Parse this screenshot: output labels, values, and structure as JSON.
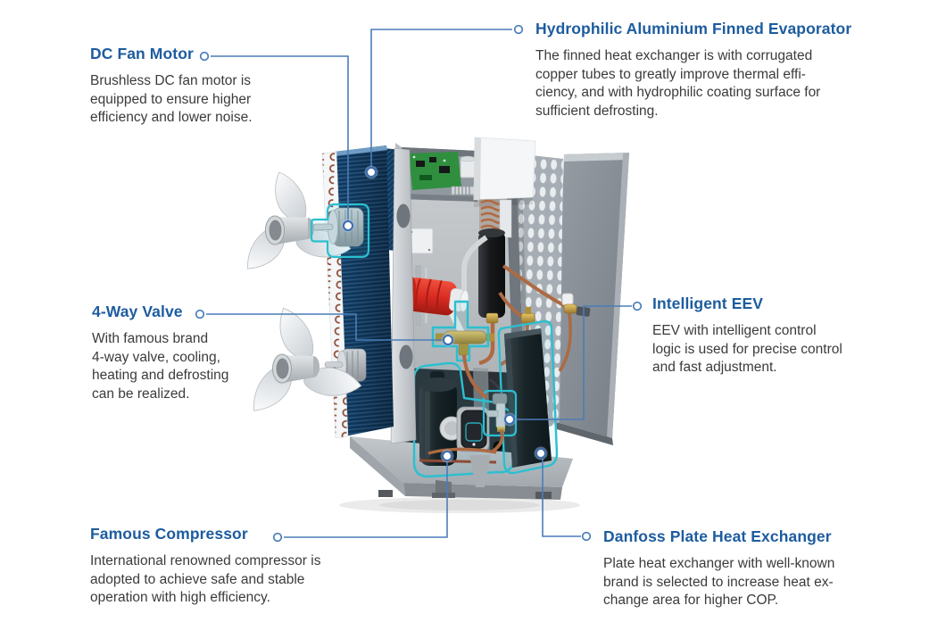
{
  "colors": {
    "title_blue": "#1d5c9f",
    "body_text": "#3b3b3b",
    "leader_line": "#4a7db8",
    "highlight_teal": "#2bbfd0",
    "coil_navy": "#123c63",
    "copper": "#ad6a43",
    "tank_red": "#d92b22"
  },
  "callouts": [
    {
      "id": "dc-fan-motor",
      "title": "DC Fan Motor",
      "body": "Brushless DC fan motor is\nequipped to ensure higher\nefficiency and lower noise."
    },
    {
      "id": "evaporator",
      "title": "Hydrophilic Aluminium Finned Evaporator",
      "body": "The finned heat exchanger is with corrugated\ncopper tubes to greatly improve thermal effi-\nciency, and with hydrophilic coating surface for\nsufficient defrosting."
    },
    {
      "id": "four-way-valve",
      "title": "4-Way Valve",
      "body": "With famous brand\n4-way valve, cooling,\nheating and defrosting\ncan be realized."
    },
    {
      "id": "intelligent-eev",
      "title": "Intelligent EEV",
      "body": "EEV with intelligent control\nlogic is used for precise control\nand fast adjustment."
    },
    {
      "id": "famous-compressor",
      "title": "Famous Compressor",
      "body": "International renowned compressor is\nadopted to achieve safe and stable\noperation with high efficiency."
    },
    {
      "id": "danfoss-plate-heat-exchanger",
      "title": "Danfoss Plate Heat Exchanger",
      "body": "Plate heat exchanger with well-known\nbrand is selected to increase heat ex-\nchange area for higher COP."
    }
  ]
}
